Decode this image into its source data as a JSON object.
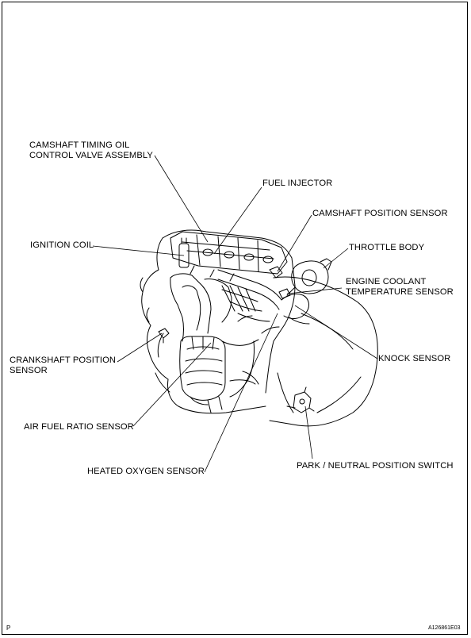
{
  "diagram": {
    "labels": {
      "camshaft_timing_l1": "CAMSHAFT TIMING OIL",
      "camshaft_timing_l2": "CONTROL VALVE ASSEMBLY",
      "fuel_injector": "FUEL INJECTOR",
      "camshaft_position": "CAMSHAFT POSITION SENSOR",
      "ignition_coil": "IGNITION COIL",
      "throttle_body": "THROTTLE BODY",
      "coolant_l1": "ENGINE COOLANT",
      "coolant_l2": "TEMPERATURE SENSOR",
      "crankshaft_l1": "CRANKSHAFT POSITION",
      "crankshaft_l2": "SENSOR",
      "knock_sensor": "KNOCK SENSOR",
      "air_fuel_ratio": "AIR FUEL RATIO SENSOR",
      "park_neutral": "PARK / NEUTRAL POSITION SWITCH",
      "heated_oxygen": "HEATED OXYGEN SENSOR"
    },
    "page_mark": "P",
    "figure_id": "A126861E03"
  }
}
